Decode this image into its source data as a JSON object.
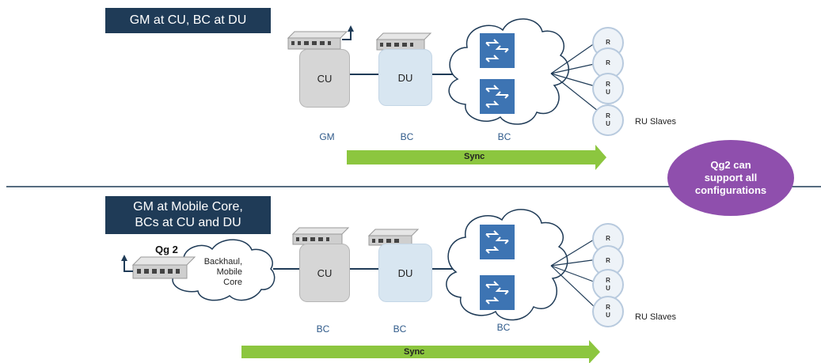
{
  "top": {
    "banner": "GM at CU, BC at DU",
    "cu_label": "CU",
    "du_label": "DU",
    "role_gm": "GM",
    "role_bc_du": "BC",
    "role_bc_net": "BC",
    "ru_nodes": [
      {
        "line1": "R",
        "line2": ""
      },
      {
        "line1": "R",
        "line2": ""
      },
      {
        "line1": "R",
        "line2": "U"
      },
      {
        "line1": "R",
        "line2": "U"
      }
    ],
    "ru_slaves": "RU Slaves",
    "sync": "Sync"
  },
  "bottom": {
    "banner_line1": "GM at Mobile Core,",
    "banner_line2": "BCs at CU and DU",
    "qg_label": "Qg 2",
    "cloud_line1": "Backhaul,",
    "cloud_line2": "Mobile",
    "cloud_line3": "Core",
    "cu_label": "CU",
    "du_label": "DU",
    "role_bc_cu": "BC",
    "role_bc_du": "BC",
    "role_bc_net": "BC",
    "ru_nodes": [
      {
        "line1": "R",
        "line2": ""
      },
      {
        "line1": "R",
        "line2": ""
      },
      {
        "line1": "R",
        "line2": "U"
      },
      {
        "line1": "R",
        "line2": "U"
      }
    ],
    "ru_slaves": "RU Slaves",
    "sync": "Sync"
  },
  "callout": {
    "line1": "Qg2 can",
    "line2": "support all",
    "line3": "configurations"
  },
  "colors": {
    "banner": "#1f3b57",
    "sync_arrow": "#8cc63f",
    "callout": "#8f4fad",
    "switch": "#3d74b3",
    "divider": "#1f3b57"
  }
}
